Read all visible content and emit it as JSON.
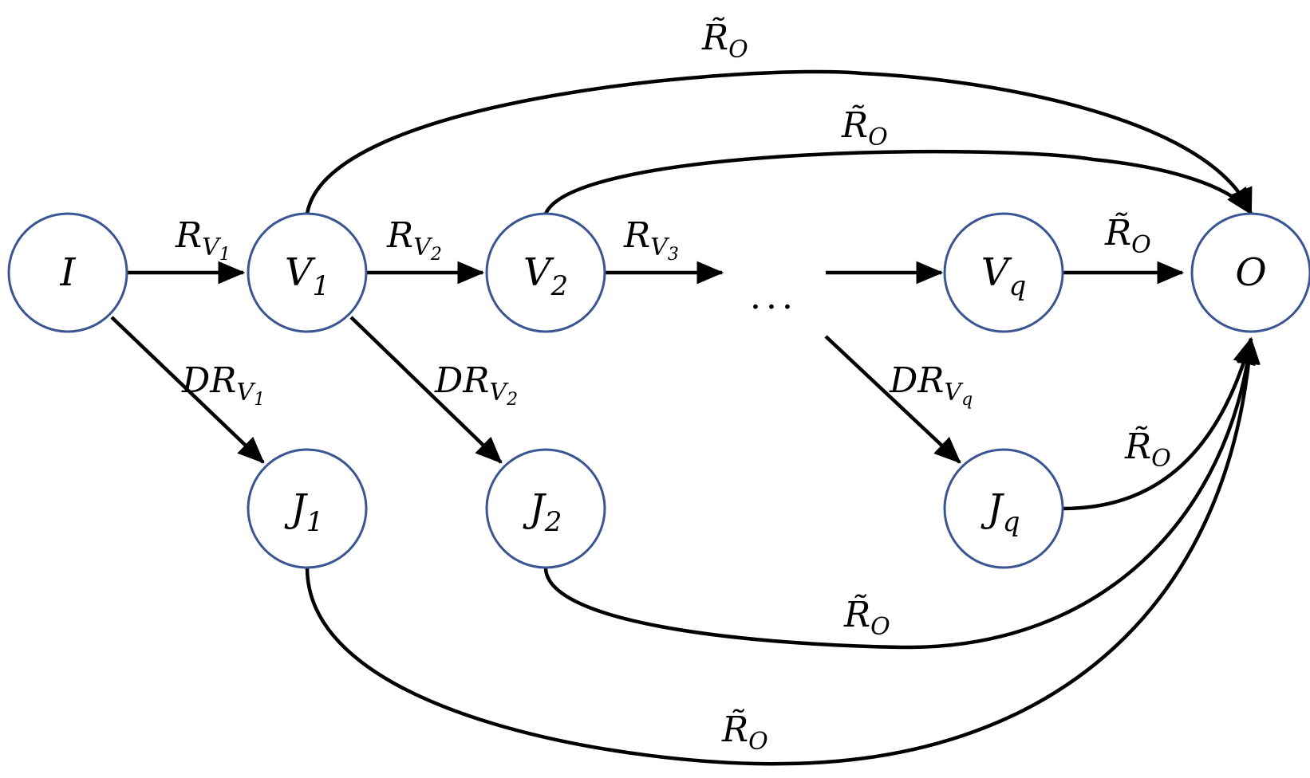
{
  "nodes": {
    "I": {
      "main": "I",
      "sub": ""
    },
    "V1": {
      "main": "V",
      "sub": "1"
    },
    "V2": {
      "main": "V",
      "sub": "2"
    },
    "Vq": {
      "main": "V",
      "sub": "q"
    },
    "O": {
      "main": "O",
      "sub": ""
    },
    "J1": {
      "main": "J",
      "sub": "1"
    },
    "J2": {
      "main": "J",
      "sub": "2"
    },
    "Jq": {
      "main": "J",
      "sub": "q"
    }
  },
  "edge_labels": {
    "R_V1": {
      "main": "R",
      "sub": "V",
      "subsub": "1"
    },
    "R_V2": {
      "main": "R",
      "sub": "V",
      "subsub": "2"
    },
    "R_V3": {
      "main": "R",
      "sub": "V",
      "subsub": "3"
    },
    "DR_V1": {
      "main": "DR",
      "sub": "V",
      "subsub": "1"
    },
    "DR_V2": {
      "main": "DR",
      "sub": "V",
      "subsub": "2"
    },
    "DR_Vq": {
      "main": "DR",
      "sub": "V",
      "subsub": "q"
    },
    "R_O": {
      "main": "R̃",
      "sub": "O"
    }
  },
  "ellipsis": "···"
}
